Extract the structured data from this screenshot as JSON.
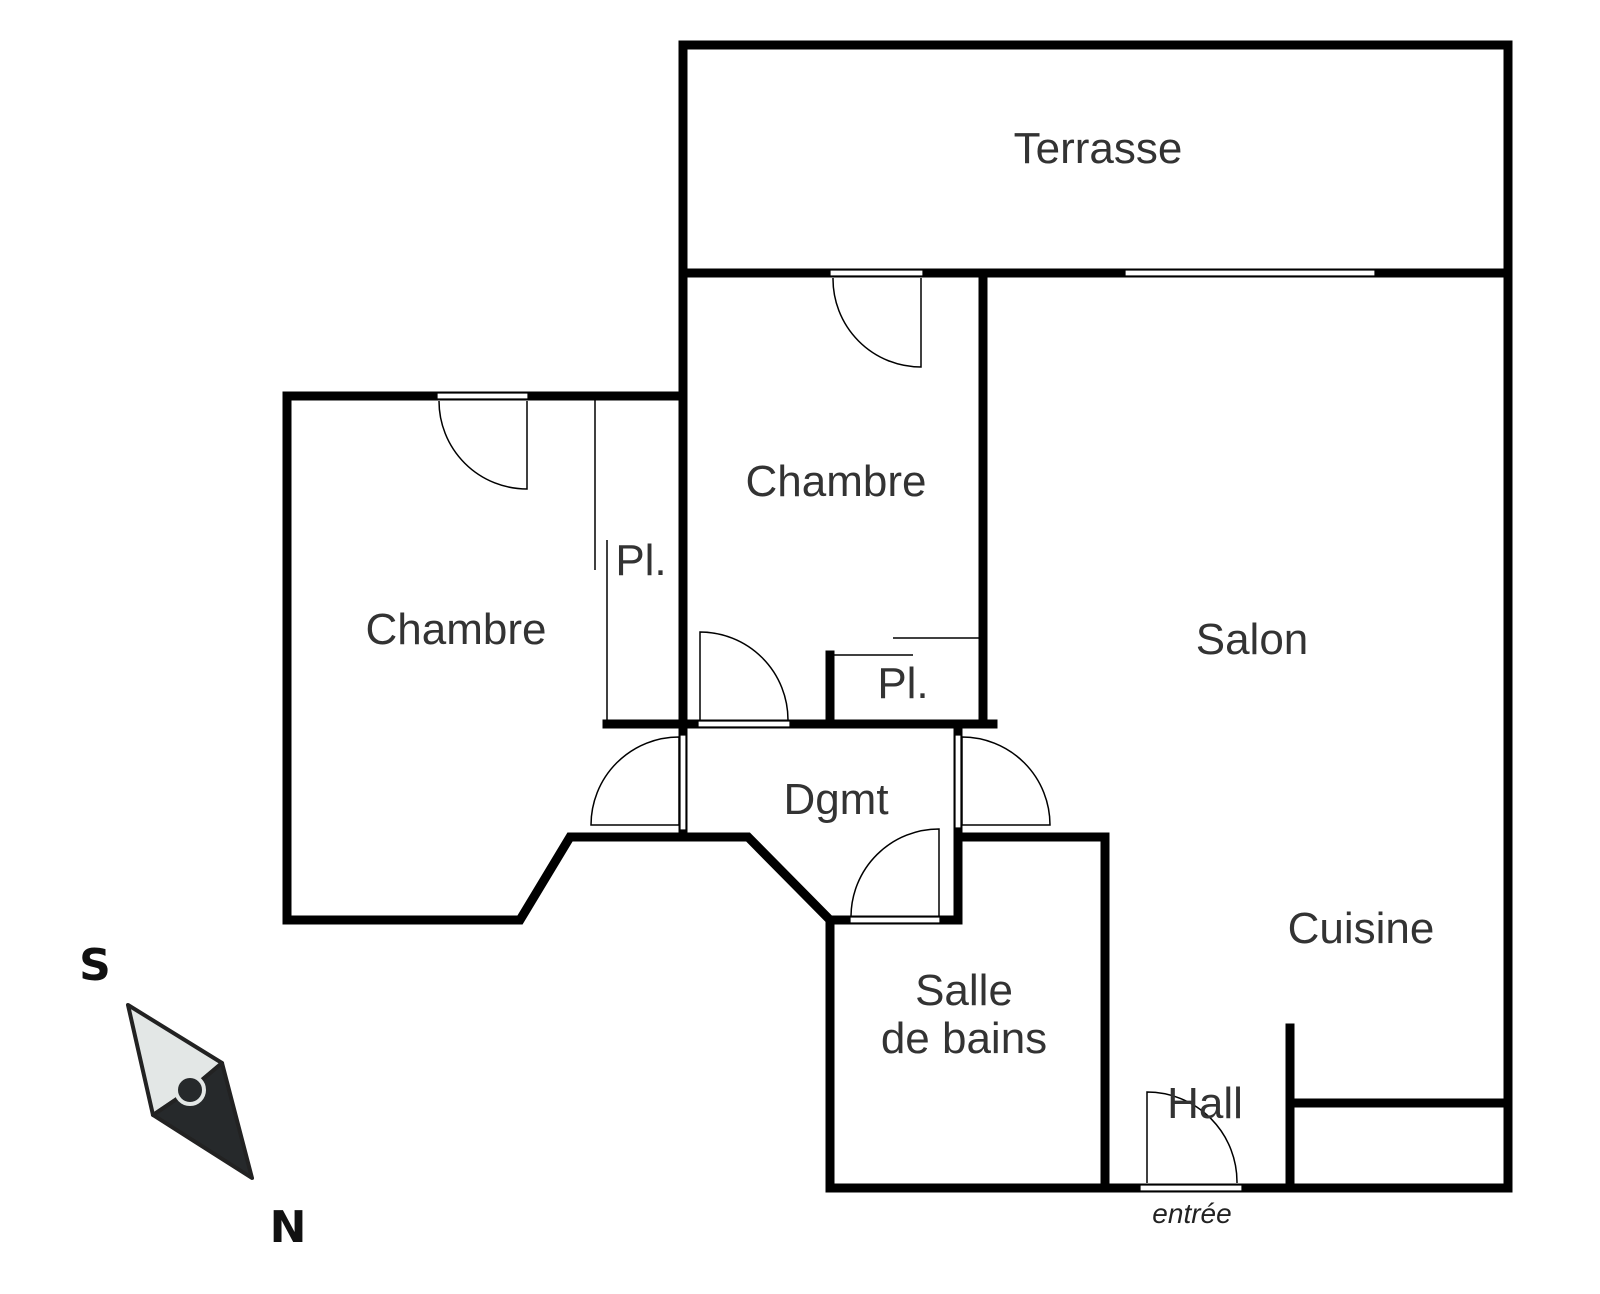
{
  "rooms": {
    "terrasse": "Terrasse",
    "chambre_1": "Chambre",
    "chambre_2": "Chambre",
    "placard_1": "Pl.",
    "placard_2": "Pl.",
    "salon": "Salon",
    "degagement": "Dgmt",
    "salle_de_bains_line1": "Salle",
    "salle_de_bains_line2": "de bains",
    "cuisine": "Cuisine",
    "hall": "Hall"
  },
  "entrance_label": "entrée",
  "compass": {
    "top": "S",
    "bottom": "N"
  }
}
